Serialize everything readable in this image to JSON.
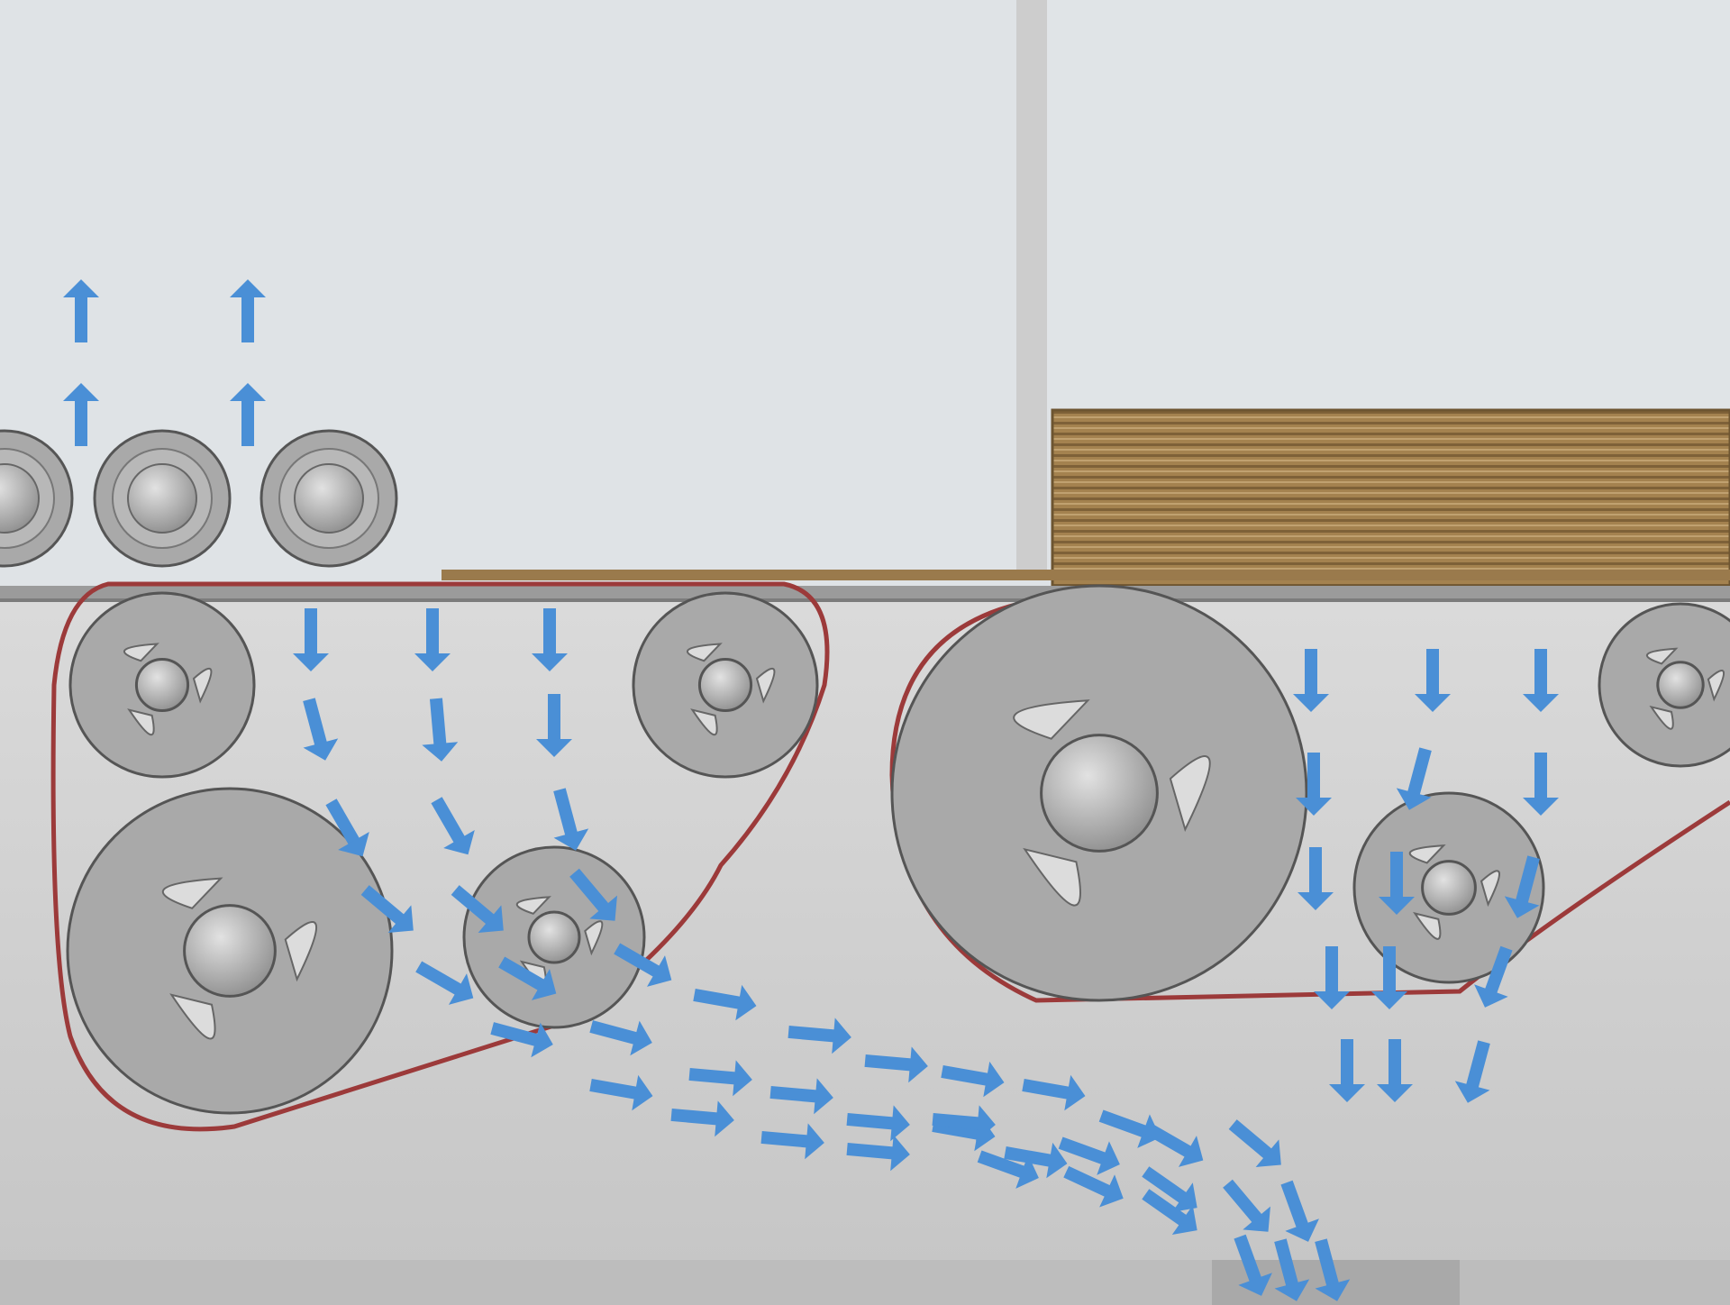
{
  "diagram": {
    "type": "mechanical-schematic",
    "components": [
      "top-chamber-left",
      "top-chamber-right",
      "stacked-sheet-pile",
      "pressure-rollers",
      "conveyor-bed",
      "belt-loop-left",
      "belt-loop-right",
      "fan-pulleys",
      "exhaust-outlet"
    ],
    "airflow": {
      "up_arrows": 4,
      "down_flow_count": 60,
      "direction_up": "up",
      "direction_down": "down-and-right"
    },
    "colors": {
      "background_top": "#dfe3e6",
      "background_bottom": "#c9c9c9",
      "arrow_blue": "#4a8fd6",
      "belt_red": "#9c3a3a",
      "sheet_brown": "#9a7a4c",
      "roller_gray": "#a9a9a9",
      "divider_gray": "#cfcfcf"
    }
  }
}
